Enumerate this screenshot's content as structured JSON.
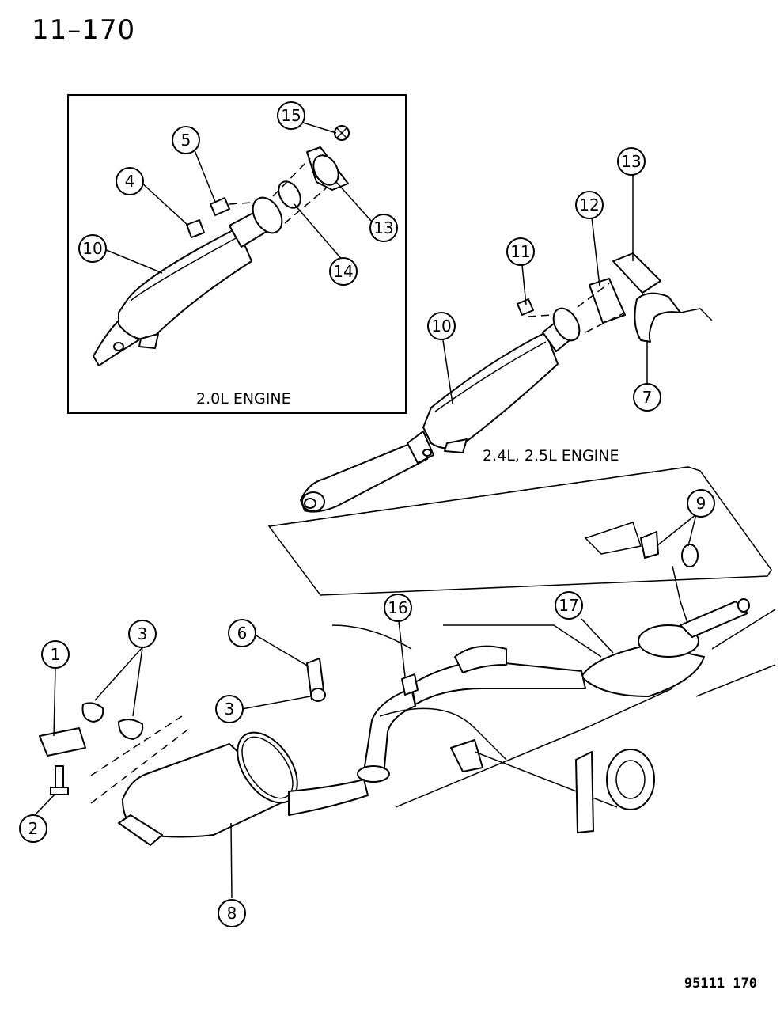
{
  "page_title": "11–170",
  "figure_code": "95111 170",
  "inset": {
    "label": "2.0L ENGINE"
  },
  "engine_label_main": "2.4L, 2.5L ENGINE",
  "callouts": {
    "c1": "1",
    "c2": "2",
    "c3a": "3",
    "c3b": "3",
    "c4": "4",
    "c5": "5",
    "c6": "6",
    "c7": "7",
    "c8": "8",
    "c9": "9",
    "c10a": "10",
    "c10b": "10",
    "c11": "11",
    "c12": "12",
    "c13a": "13",
    "c13b": "13",
    "c14": "14",
    "c15": "15",
    "c16": "16",
    "c17": "17"
  }
}
